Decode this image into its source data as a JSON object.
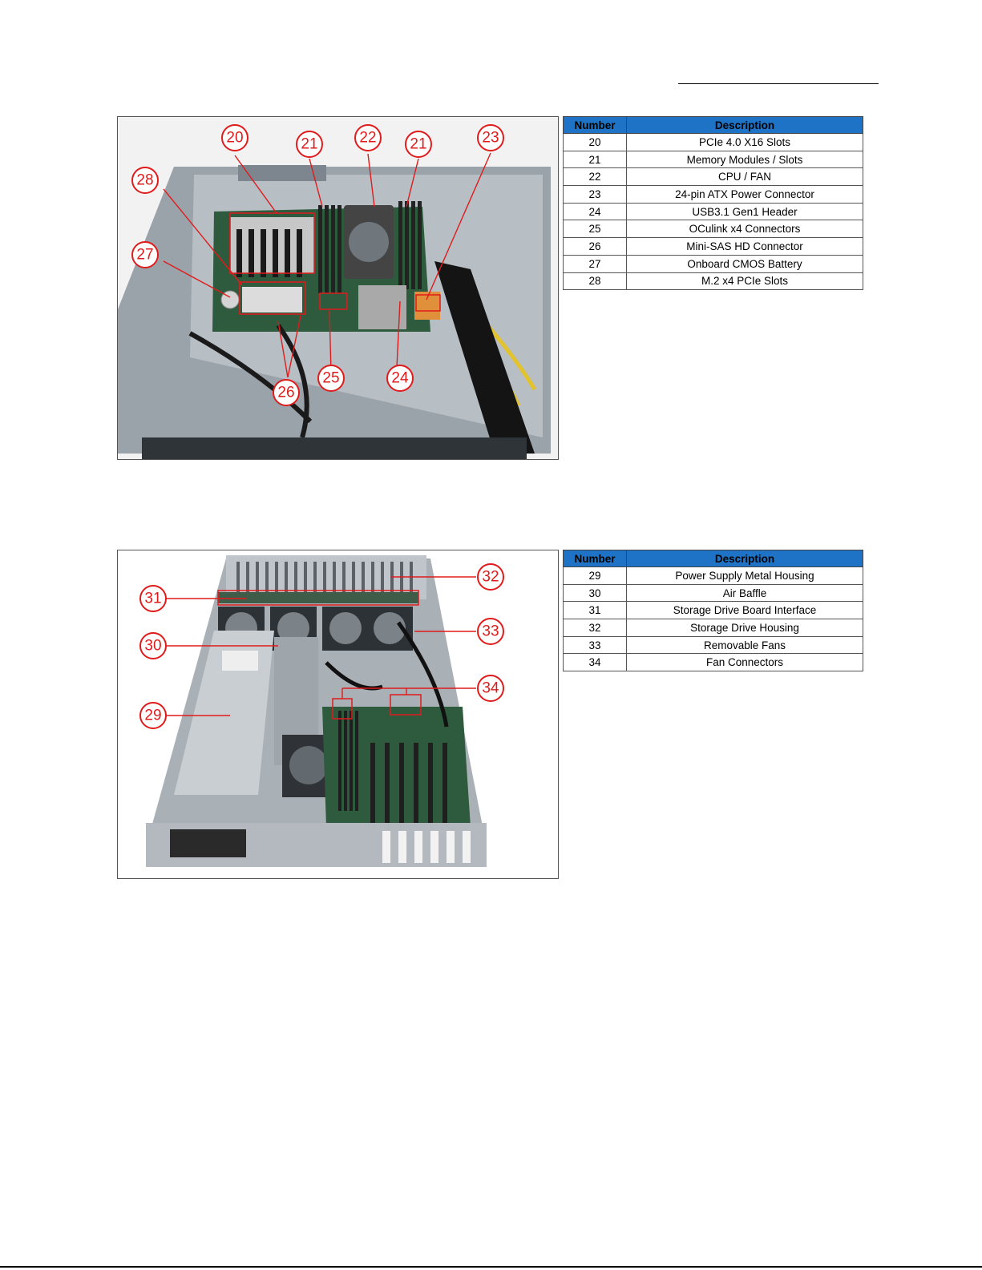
{
  "figure1": {
    "callouts": [
      "20",
      "21",
      "22",
      "21",
      "23",
      "28",
      "27",
      "26",
      "25",
      "24"
    ],
    "table": {
      "headers": {
        "number": "Number",
        "description": "Description"
      },
      "rows": [
        {
          "number": "20",
          "description": "PCIe  4.0 X16 Slots"
        },
        {
          "number": "21",
          "description": "Memory Modules / Slots"
        },
        {
          "number": "22",
          "description": "CPU / FAN"
        },
        {
          "number": "23",
          "description": "24-pin ATX Power Connector"
        },
        {
          "number": "24",
          "description": "USB3.1 Gen1 Header"
        },
        {
          "number": "25",
          "description": "OCulink x4 Connectors"
        },
        {
          "number": "26",
          "description": "Mini-SAS HD Connector"
        },
        {
          "number": "27",
          "description": "Onboard CMOS Battery"
        },
        {
          "number": "28",
          "description": "M.2  x4 PCIe Slots"
        }
      ]
    }
  },
  "figure2": {
    "callouts": [
      "31",
      "30",
      "29",
      "32",
      "33",
      "34"
    ],
    "table": {
      "headers": {
        "number": "Number",
        "description": "Description"
      },
      "rows": [
        {
          "number": "29",
          "description": "Power Supply  Metal Housing"
        },
        {
          "number": "30",
          "description": "Air Baffle"
        },
        {
          "number": "31",
          "description": "Storage Drive Board Interface"
        },
        {
          "number": "32",
          "description": "Storage Drive Housing"
        },
        {
          "number": "33",
          "description": "Removable Fans"
        },
        {
          "number": "34",
          "description": "Fan Connectors"
        }
      ]
    }
  },
  "colors": {
    "callout_red": "#e01b1b",
    "table_header_blue": "#1e73c6"
  }
}
